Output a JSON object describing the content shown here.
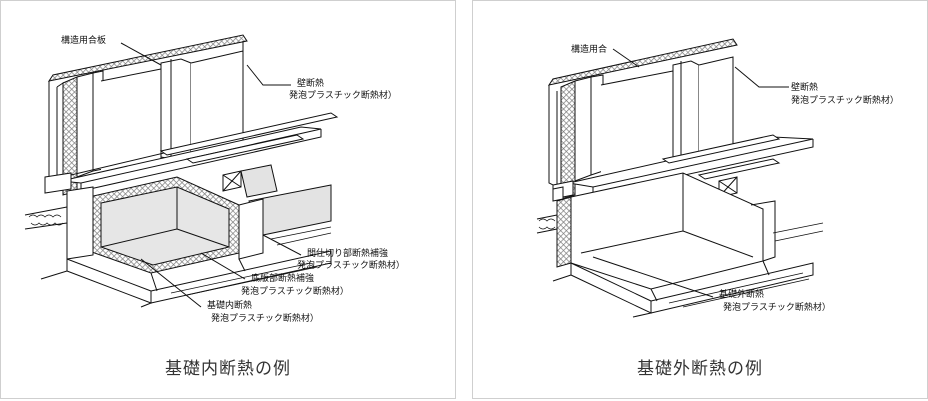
{
  "left": {
    "caption": "基礎内断熱の例",
    "labels": {
      "structural_plywood": "構造用合板",
      "wall_insulation": "壁断熱",
      "wall_insulation_material": "発泡プラスチック断熱材）",
      "partition_insulation": "間仕切り部断熱補強",
      "partition_insulation_material": "発泡プラスチック断熱材）",
      "slab_insulation": "底版部断熱補強",
      "slab_insulation_material": "発泡プラスチック断熱材）",
      "foundation_inner_insulation": "基礎内断熱",
      "foundation_inner_insulation_material": "発泡プラスチック断熱材）"
    }
  },
  "right": {
    "caption": "基礎外断熱の例",
    "labels": {
      "structural_plywood": "構造用合",
      "wall_insulation": "壁断熱",
      "wall_insulation_material": "発泡プラスチック断熱材）",
      "foundation_outer_insulation": "基礎外断熱",
      "foundation_outer_insulation_material": "発泡プラスチック断熱材）"
    }
  },
  "colors": {
    "insulation_hatch": "#8a8a8a",
    "shade": "#e3e3e3",
    "line": "#111111",
    "frame": "#cfcfcf"
  }
}
